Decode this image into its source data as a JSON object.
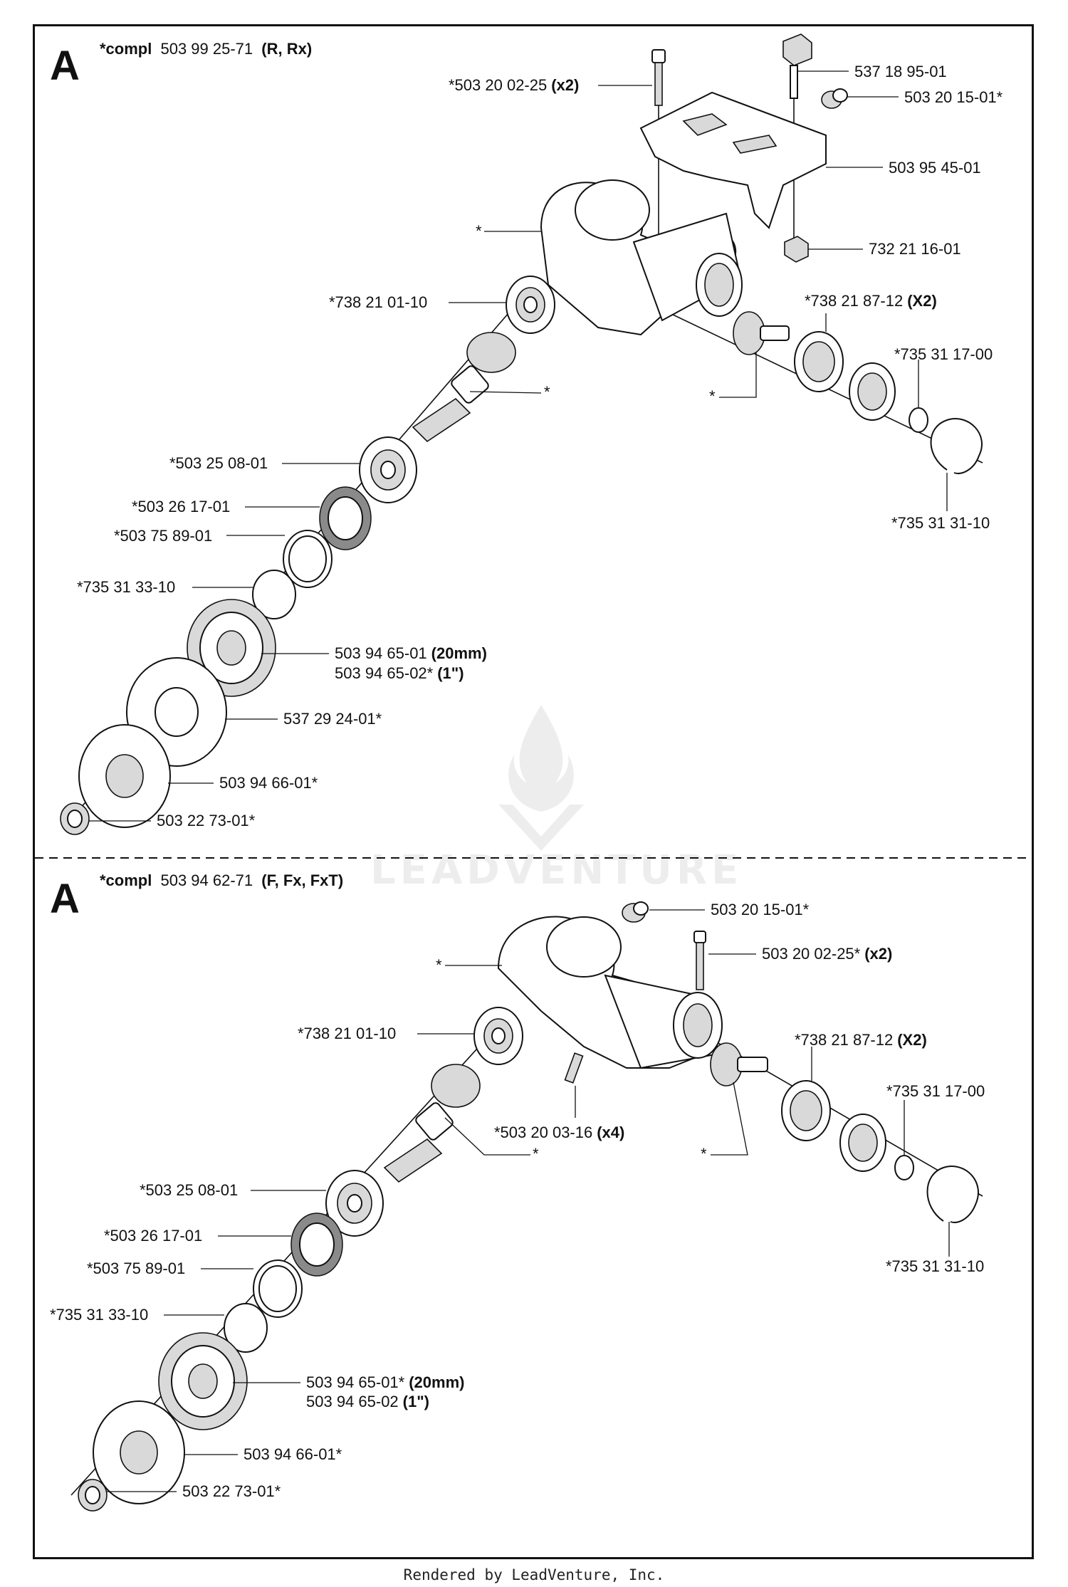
{
  "sections": [
    {
      "letter": "A",
      "title_prefix": "*compl",
      "title_part": "503 99 25-71",
      "title_variant": "(R, Rx)",
      "labels": {
        "l1": {
          "part": "*503 20 02-25",
          "qty": "(x2)"
        },
        "l2": {
          "part": "537 18 95-01",
          "qty": ""
        },
        "l3": {
          "part": "503 20 15-01*",
          "qty": ""
        },
        "l4": {
          "part": "503 95 45-01",
          "qty": ""
        },
        "l5": {
          "part": "*",
          "qty": ""
        },
        "l6": {
          "part": "732 21 16-01",
          "qty": ""
        },
        "l7": {
          "part": "*738 21 01-10",
          "qty": ""
        },
        "l8": {
          "part": "*738 21 87-12",
          "qty": "(X2)"
        },
        "l9": {
          "part": "*735 31 17-00",
          "qty": ""
        },
        "l10": {
          "part": "*",
          "qty": ""
        },
        "l11": {
          "part": "*",
          "qty": ""
        },
        "l12": {
          "part": "*503 25 08-01",
          "qty": ""
        },
        "l13": {
          "part": "*735 31 31-10",
          "qty": ""
        },
        "l14": {
          "part": "*503 26 17-01",
          "qty": ""
        },
        "l15": {
          "part": "*503 75 89-01",
          "qty": ""
        },
        "l16": {
          "part": "*735 31 33-10",
          "qty": ""
        },
        "l17": {
          "part": "503 94 65-01",
          "qty": "(20mm)"
        },
        "l18": {
          "part": "503 94 65-02*",
          "qty": "(1\")"
        },
        "l19": {
          "part": "537 29 24-01*",
          "qty": ""
        },
        "l20": {
          "part": "503 94 66-01*",
          "qty": ""
        },
        "l21": {
          "part": "503 22 73-01*",
          "qty": ""
        }
      }
    },
    {
      "letter": "A",
      "title_prefix": "*compl",
      "title_part": "503 94 62-71",
      "title_variant": "(F, Fx, FxT)",
      "labels": {
        "l1": {
          "part": "503 20 15-01*",
          "qty": ""
        },
        "l2": {
          "part": "*",
          "qty": ""
        },
        "l3": {
          "part": "503 20 02-25*",
          "qty": "(x2)"
        },
        "l4": {
          "part": "*738 21 01-10",
          "qty": ""
        },
        "l5": {
          "part": "*738 21 87-12",
          "qty": "(X2)"
        },
        "l6": {
          "part": "*735 31 17-00",
          "qty": ""
        },
        "l7": {
          "part": "*503 20 03-16",
          "qty": "(x4)"
        },
        "l8": {
          "part": "*",
          "qty": ""
        },
        "l9": {
          "part": "*",
          "qty": ""
        },
        "l10": {
          "part": "*503 25 08-01",
          "qty": ""
        },
        "l11": {
          "part": "*735 31 31-10",
          "qty": ""
        },
        "l12": {
          "part": "*503 26 17-01",
          "qty": ""
        },
        "l13": {
          "part": "*503 75 89-01",
          "qty": ""
        },
        "l14": {
          "part": "*735 31 33-10",
          "qty": ""
        },
        "l15": {
          "part": "503 94 65-01*",
          "qty": "(20mm)"
        },
        "l16": {
          "part": "503 94 65-02",
          "qty": "(1\")"
        },
        "l17": {
          "part": "503 94 66-01*",
          "qty": ""
        },
        "l18": {
          "part": "503 22 73-01*",
          "qty": ""
        }
      }
    }
  ],
  "watermark": "LEADVENTURE",
  "footer": "Rendered by LeadVenture, Inc."
}
